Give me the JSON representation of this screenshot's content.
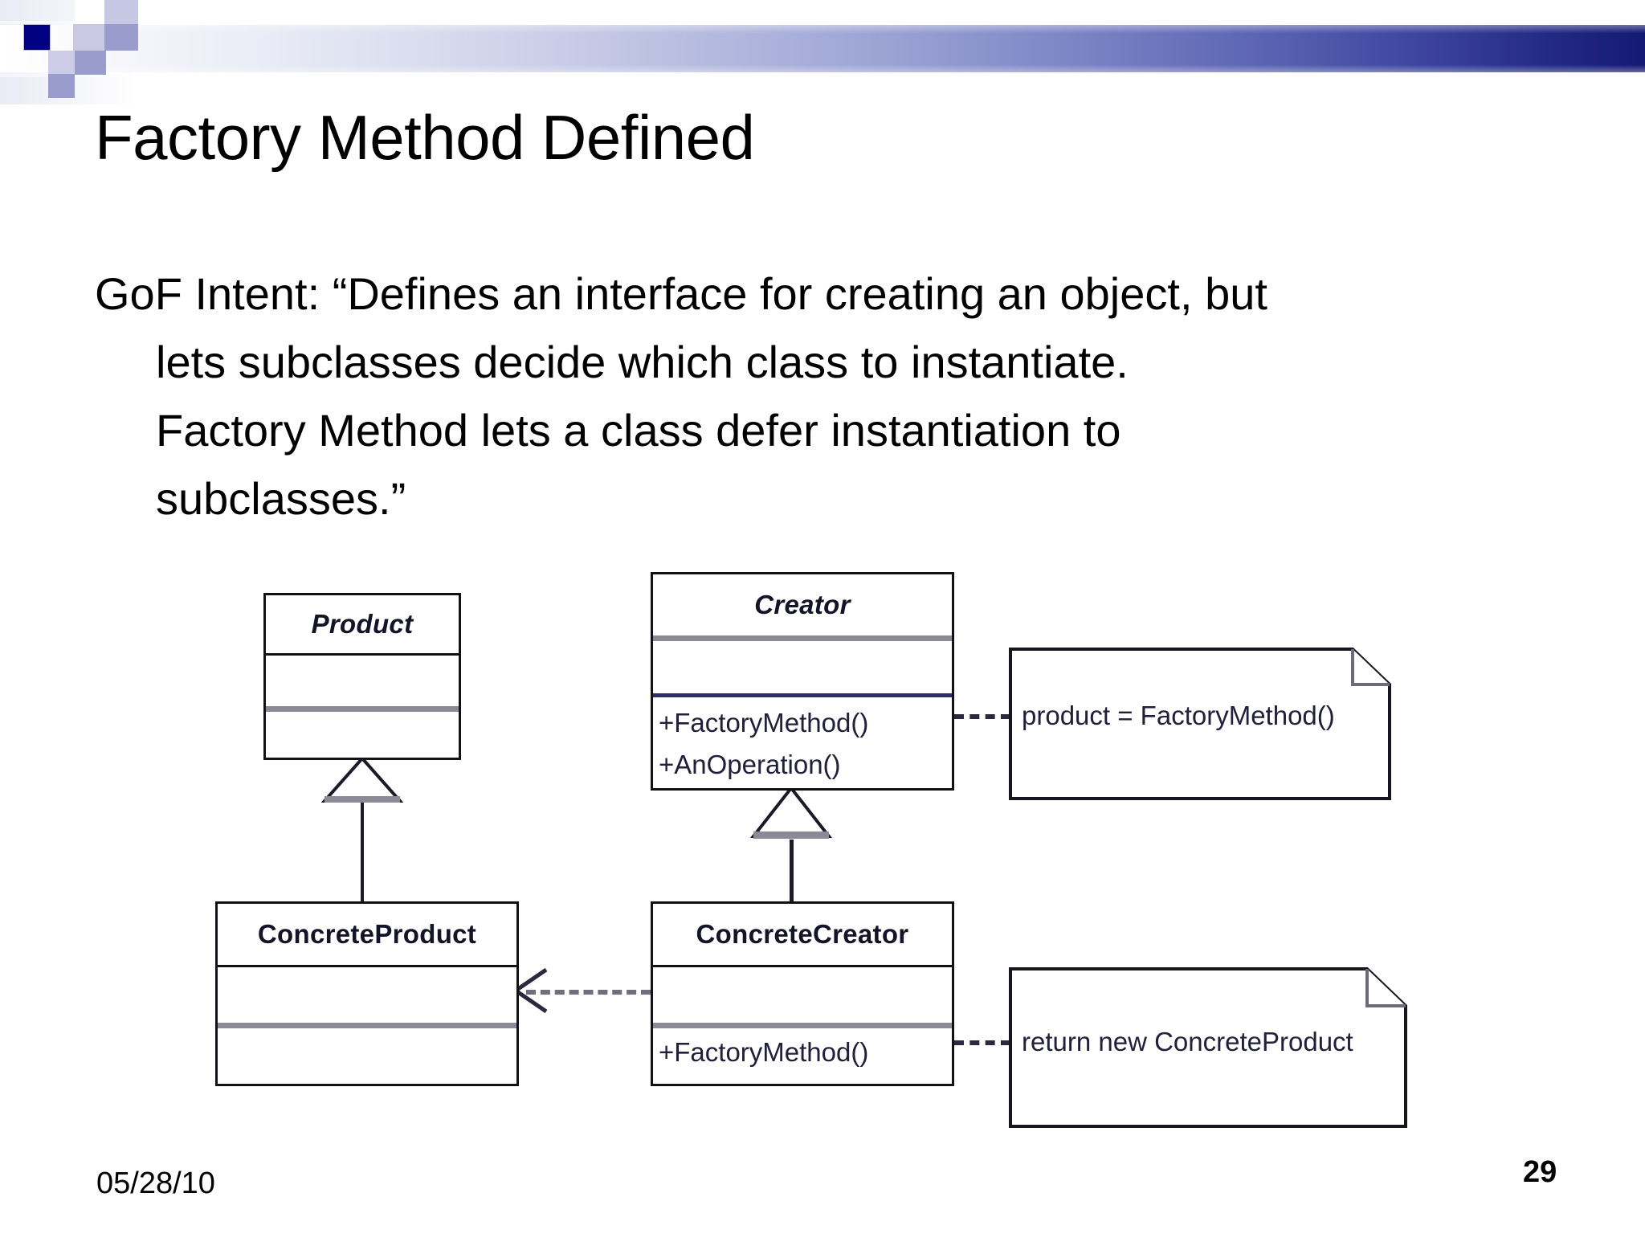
{
  "slide": {
    "title": "Factory Method Defined",
    "body_lines": [
      "GoF Intent: “Defines an interface for creating an object, but",
      "lets subclasses decide which class to instantiate.",
      "Factory Method lets a class defer instantiation to",
      "subclasses.”"
    ],
    "footer": {
      "date": "05/28/10",
      "page_number": "29"
    },
    "theme": {
      "band_start_color": "#ffffff",
      "band_end_color": "#141a74",
      "accent_navy": "#000080",
      "deco_lavender_light": "#c9c9e4",
      "deco_lavender_mid": "#9a9ccd",
      "text_color": "#000000"
    }
  },
  "diagram": {
    "type": "uml-class-diagram",
    "classes": [
      {
        "id": "product",
        "name": "Product",
        "stereotype": "abstract",
        "attributes": [],
        "operations": []
      },
      {
        "id": "creator",
        "name": "Creator",
        "stereotype": "abstract",
        "attributes": [],
        "operations": [
          "+FactoryMethod()",
          "+AnOperation()"
        ]
      },
      {
        "id": "concrete-product",
        "name": "ConcreteProduct",
        "stereotype": "concrete",
        "attributes": [],
        "operations": []
      },
      {
        "id": "concrete-creator",
        "name": "ConcreteCreator",
        "stereotype": "concrete",
        "attributes": [],
        "operations": [
          "+FactoryMethod()"
        ]
      }
    ],
    "notes": [
      {
        "id": "note-creator",
        "text": "product = FactoryMethod()",
        "attached_to": "creator.FactoryMethod()"
      },
      {
        "id": "note-concrete-creator",
        "text": "return new ConcreteProduct",
        "attached_to": "concrete-creator.FactoryMethod()"
      }
    ],
    "relationships": [
      {
        "kind": "generalization",
        "from": "concrete-product",
        "to": "product"
      },
      {
        "kind": "generalization",
        "from": "concrete-creator",
        "to": "creator"
      },
      {
        "kind": "dependency",
        "from": "concrete-creator",
        "to": "concrete-product",
        "style": "dashed"
      }
    ]
  }
}
